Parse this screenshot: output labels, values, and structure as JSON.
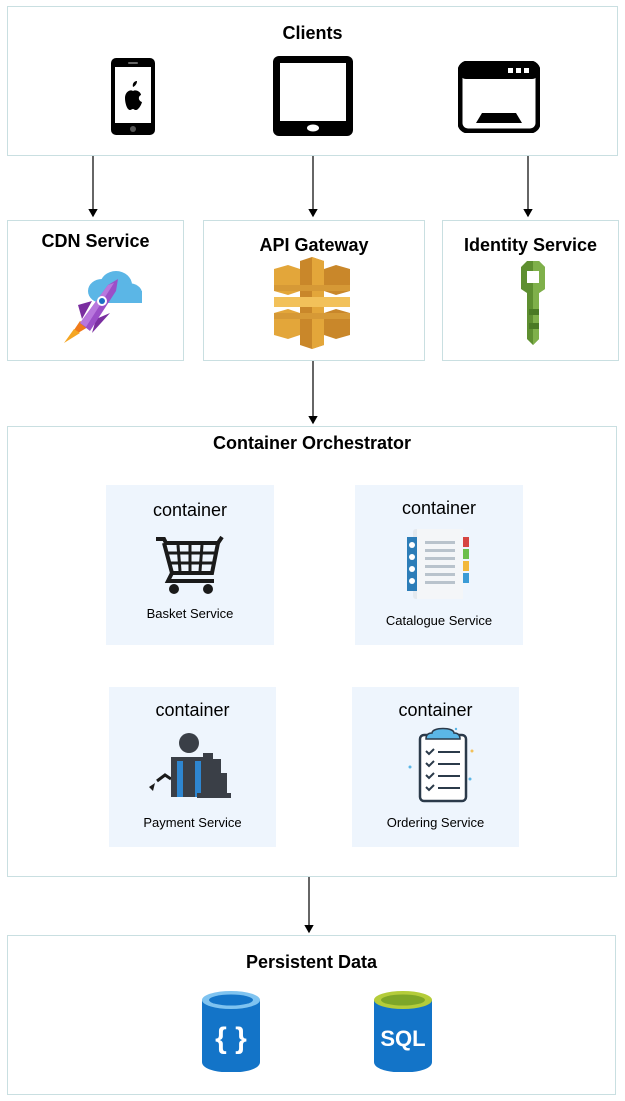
{
  "clients": {
    "title": "Clients"
  },
  "cdn": {
    "title": "CDN Service"
  },
  "gateway": {
    "title": "API Gateway"
  },
  "identity": {
    "title": "Identity Service"
  },
  "orchestrator": {
    "title": "Container Orchestrator",
    "containers": [
      {
        "label": "container",
        "service": "Basket Service"
      },
      {
        "label": "container",
        "service": "Catalogue Service"
      },
      {
        "label": "container",
        "service": "Payment Service"
      },
      {
        "label": "container",
        "service": "Ordering Service"
      }
    ]
  },
  "data_store": {
    "title": "Persistent Data"
  },
  "icons": {
    "clients": [
      "phone-icon",
      "tablet-icon",
      "browser-window-icon"
    ],
    "cdn": "rocket-cloud-icon",
    "gateway": "api-gateway-icon",
    "identity": "key-icon",
    "services": [
      "shopping-cart-icon",
      "catalogue-book-icon",
      "cashier-icon",
      "checklist-clipboard-icon"
    ],
    "data": [
      "json-database-icon",
      "sql-database-icon"
    ]
  },
  "colors": {
    "border": "#c9dfe1",
    "container_bg": "#eef5fd",
    "gateway": "#e0a53c",
    "key": "#6e9e3a",
    "db_blue": "#1374c8",
    "sql_lime": "#b4cc3a"
  }
}
